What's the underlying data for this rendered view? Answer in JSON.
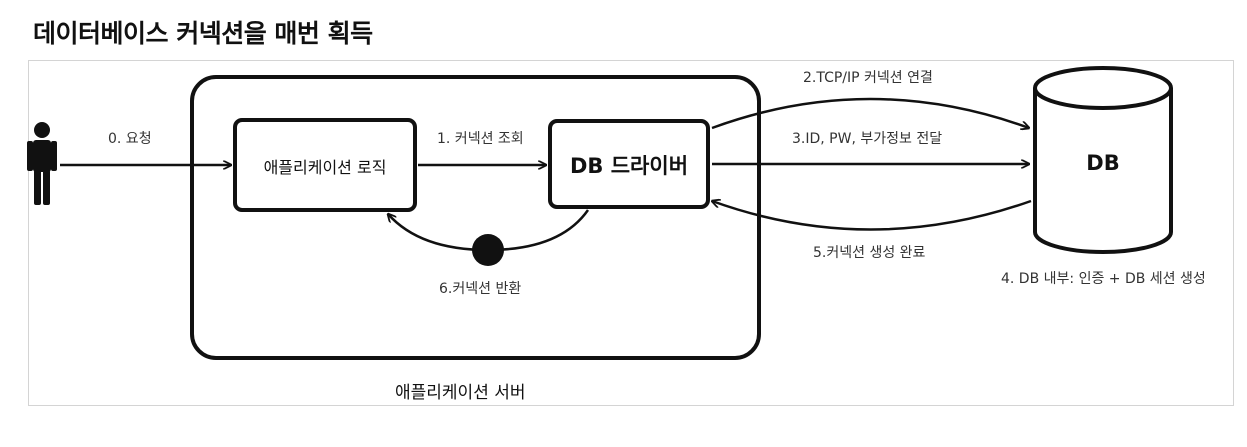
{
  "title": "데이터베이스 커넥션을 매번 획득",
  "nodes": {
    "app_logic": "애플리케이션 로직",
    "db_driver": "DB 드라이버",
    "db": "DB",
    "app_server": "애플리케이션 서버"
  },
  "steps": {
    "s0": "0. 요청",
    "s1": "1. 커넥션 조회",
    "s2": "2.TCP/IP 커넥션 연결",
    "s3": "3.ID, PW, 부가정보 전달",
    "s4": "4. DB 내부: 인증 + DB 세션 생성",
    "s5": "5.커넥션 생성 완료",
    "s6": "6.커넥션 반환"
  }
}
